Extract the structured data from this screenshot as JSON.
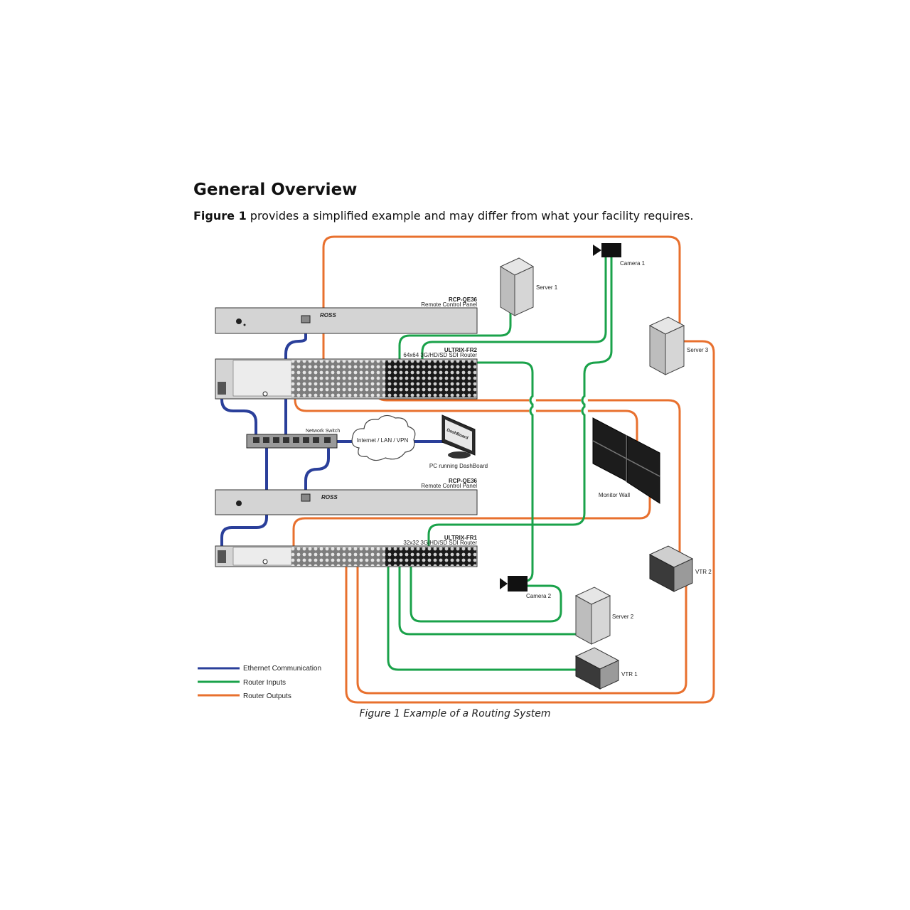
{
  "heading": "General Overview",
  "intro": {
    "bold": "Figure 1",
    "rest": " provides a simplified example and may differ from what your facility requires."
  },
  "caption": "Figure 1  Example of a Routing System",
  "colors": {
    "ethernet": "#2a3f9a",
    "router_inputs": "#1aa24a",
    "router_outputs": "#e8702e"
  },
  "devices": {
    "rcp_top": {
      "name": "RCP-QE36",
      "desc": "Remote Control Panel",
      "brand": "ROSS"
    },
    "ultrix_fr2": {
      "name": "ULTRIX-FR2",
      "desc": "64x64 3G/HD/SD SDI Router"
    },
    "network_switch": "Network Switch",
    "cloud": "Internet / LAN / VPN",
    "pc": "PC running DashBoard",
    "pc_screen": "DashBoard",
    "rcp_bottom": {
      "name": "RCP-QE36",
      "desc": "Remote Control Panel",
      "brand": "ROSS"
    },
    "ultrix_fr1": {
      "name": "ULTRIX-FR1",
      "desc": "32x32 3G/HD/SD SDI Router"
    },
    "camera1": "Camera 1",
    "camera2": "Camera 2",
    "server1": "Server 1",
    "server2": "Server 2",
    "server3": "Server 3",
    "monitor_wall": "Monitor Wall",
    "vtr1": "VTR 1",
    "vtr2": "VTR 2"
  },
  "legend": [
    {
      "label": "Ethernet Communication",
      "color": "#2a3f9a"
    },
    {
      "label": "Router Inputs",
      "color": "#1aa24a"
    },
    {
      "label": "Router Outputs",
      "color": "#e8702e"
    }
  ]
}
